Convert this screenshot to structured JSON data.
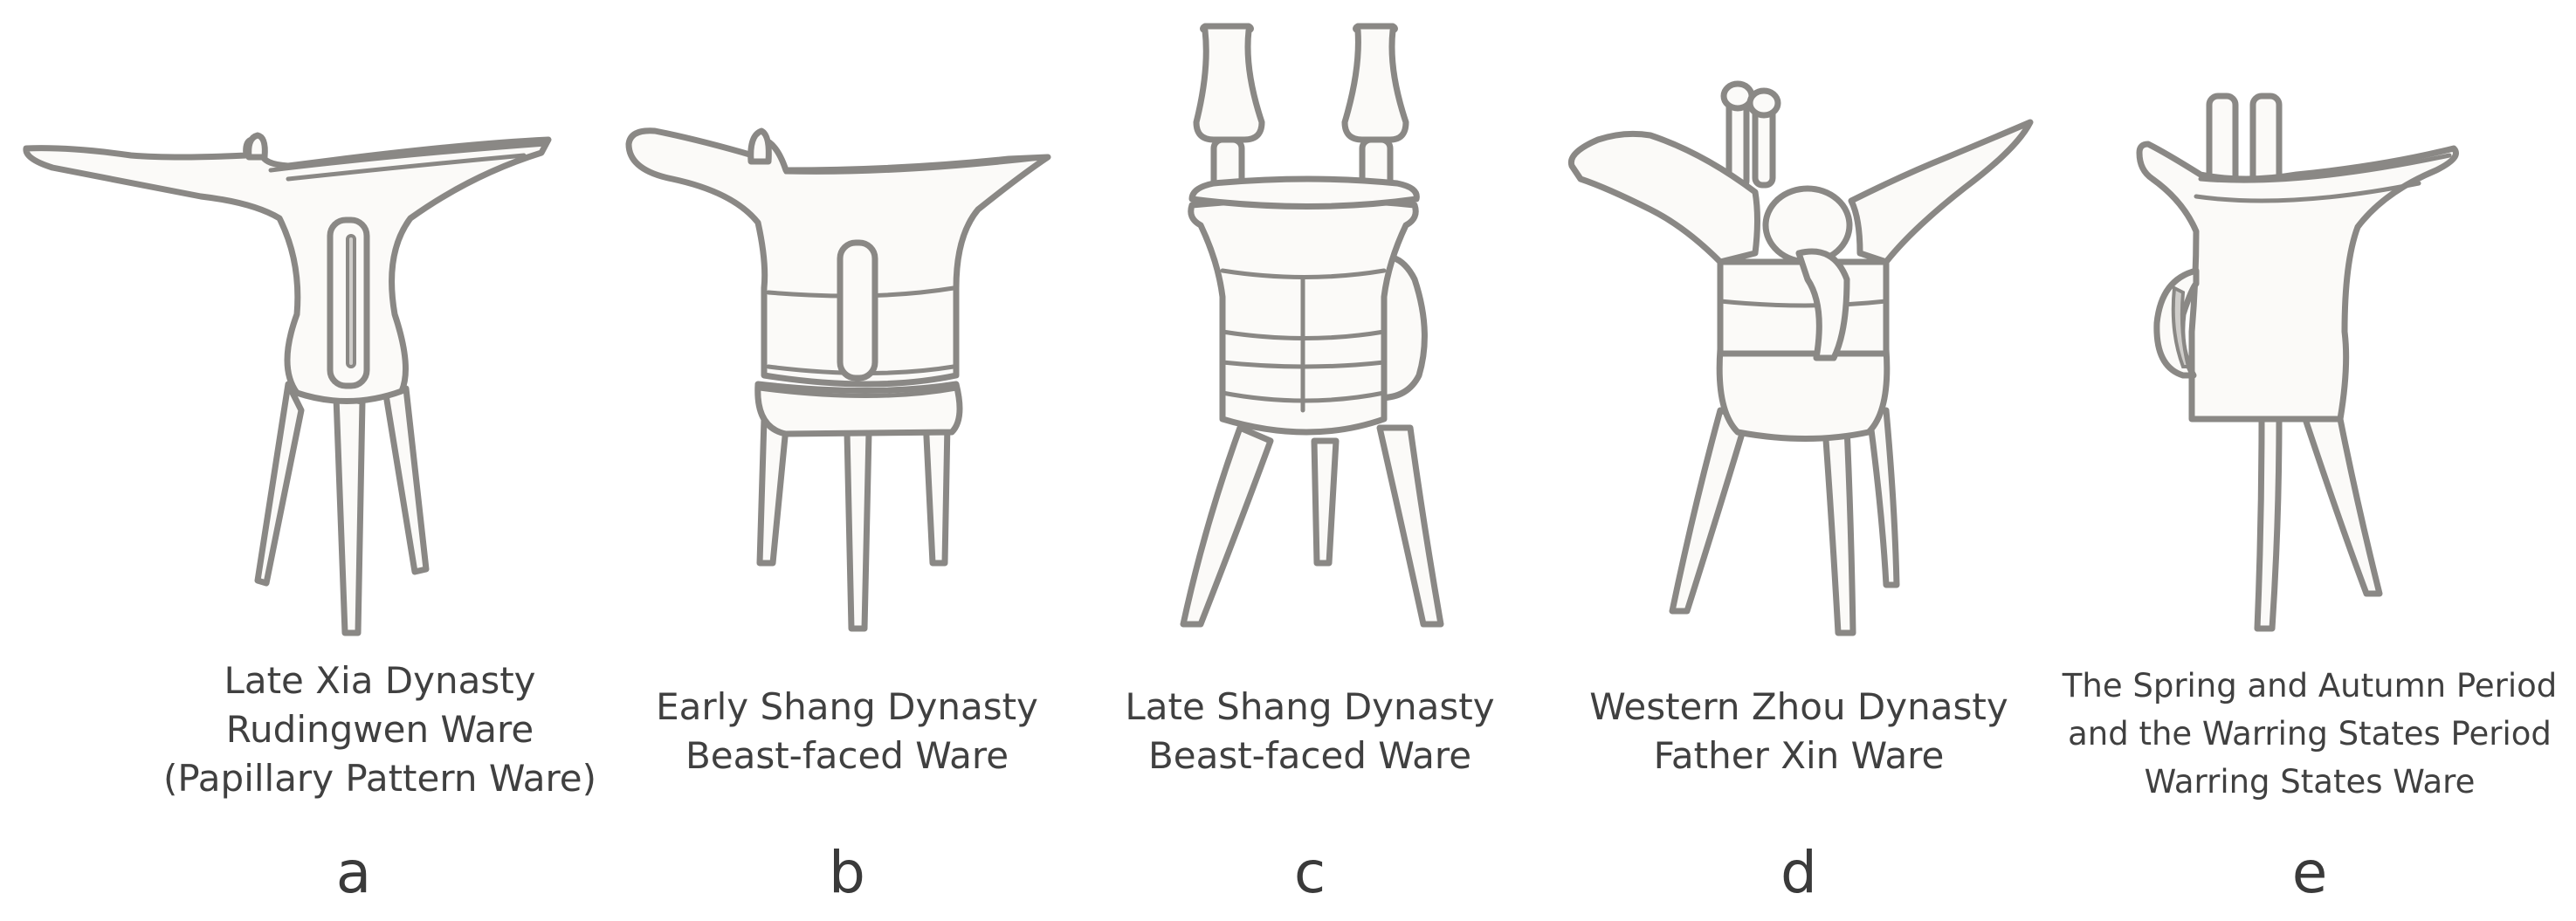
{
  "figure": {
    "panels": [
      {
        "letter": "a",
        "caption_lines": [
          "Late Xia Dynasty",
          "Rudingwen Ware",
          "(Papillary Pattern Ware)"
        ]
      },
      {
        "letter": "b",
        "caption_lines": [
          "Early Shang Dynasty",
          "Beast-faced Ware"
        ]
      },
      {
        "letter": "c",
        "caption_lines": [
          "Late Shang Dynasty",
          "Beast-faced Ware"
        ]
      },
      {
        "letter": "d",
        "caption_lines": [
          "Western Zhou Dynasty",
          "Father Xin Ware"
        ]
      },
      {
        "letter": "e",
        "caption_lines": [
          "The Spring and Autumn Period",
          "and the Warring States Period",
          "Warring States Ware"
        ]
      }
    ]
  }
}
